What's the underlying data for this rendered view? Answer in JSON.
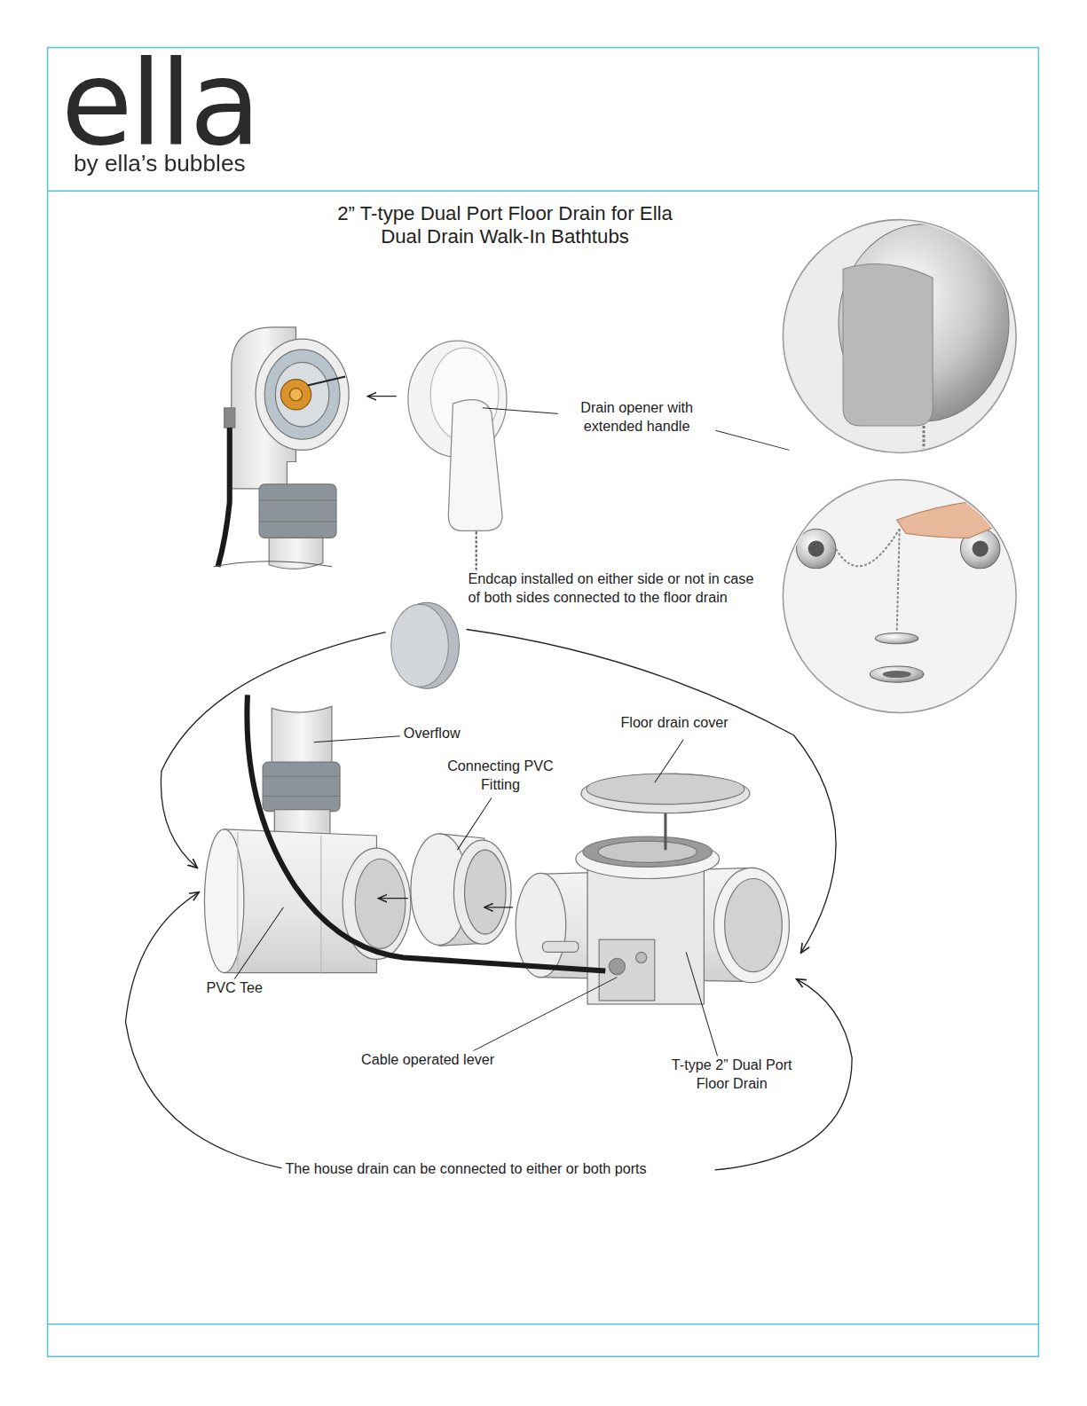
{
  "diagram": {
    "title": "2” T-type Dual Port Floor Drain for Ella Dual Drain Walk-In Bathtubs",
    "labels": [
      "ella",
      "by ella’s bubbles",
      "Drain opener with extended handle",
      "Endcap installed on either side or not in case of both sides connected to the floor drain",
      "Overflow",
      "Floor drain cover",
      "Connecting PVC Fitting",
      "PVC Tee",
      "Cable operated lever",
      "T-type 2” Dual Port Floor Drain",
      "The house drain can be connected to either or both ports"
    ]
  }
}
